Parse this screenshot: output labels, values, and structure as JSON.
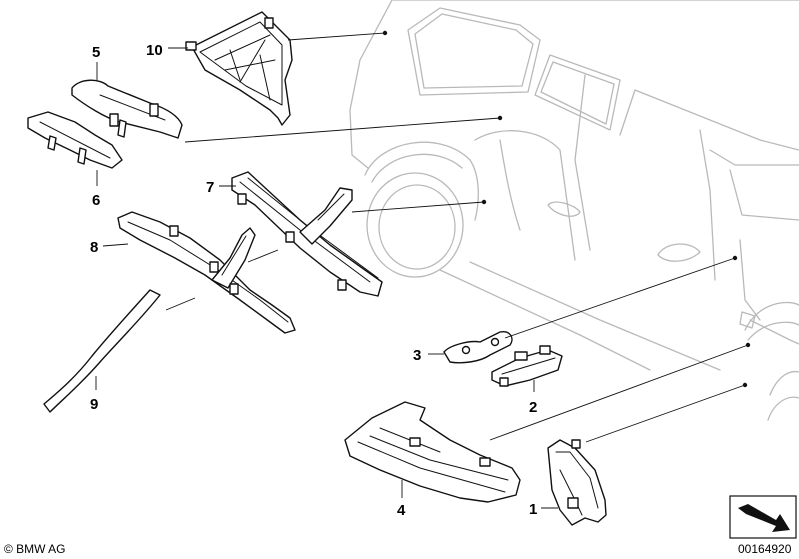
{
  "callouts": {
    "c1": "1",
    "c2": "2",
    "c3": "3",
    "c4": "4",
    "c5": "5",
    "c6": "6",
    "c7": "7",
    "c8": "8",
    "c9": "9",
    "c10": "10"
  },
  "footer": {
    "copyright": "© BMW AG",
    "diagram_number": "00164920"
  }
}
